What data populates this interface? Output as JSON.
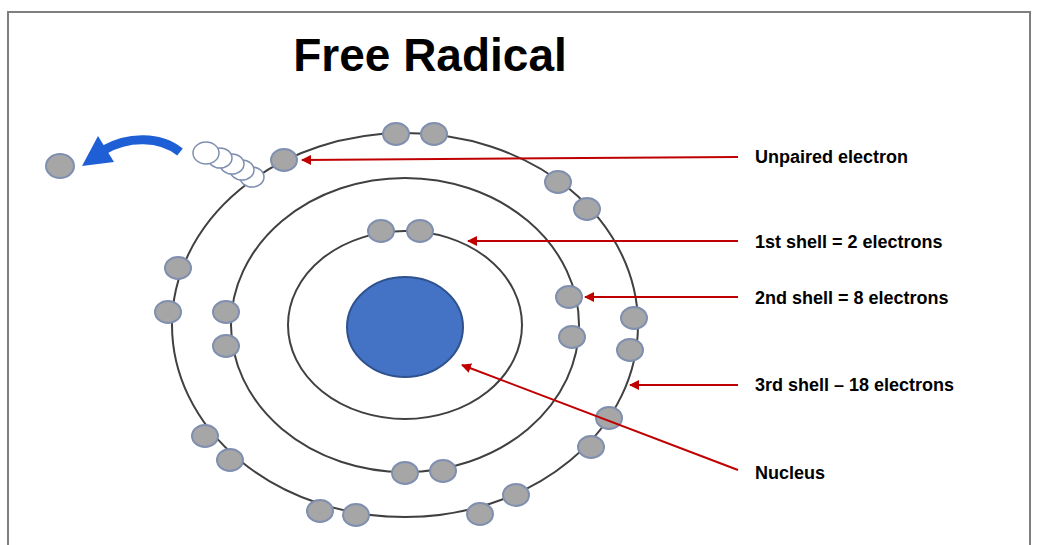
{
  "diagram": {
    "title": "Free Radical",
    "labels": [
      "Unpaired electron",
      "1st shell = 2 electrons",
      "2nd shell = 8 electrons",
      "3rd shell – 18 electrons",
      "Nucleus"
    ]
  }
}
